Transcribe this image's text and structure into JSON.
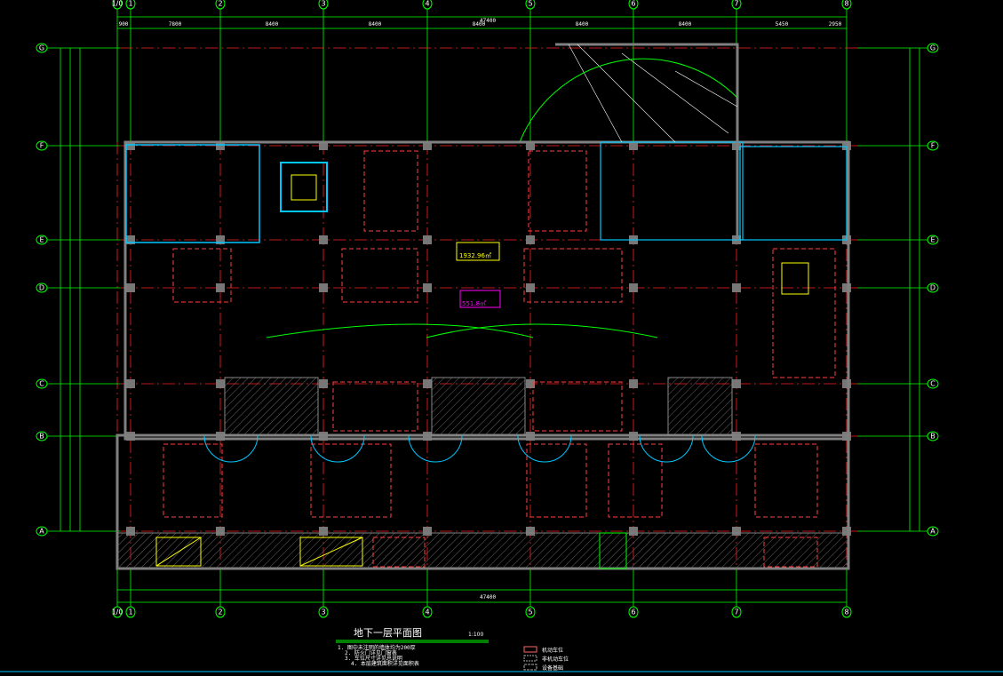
{
  "drawing": {
    "title": "地下一层平面图",
    "scale": "1:100",
    "area_label_1": "1932.96㎡",
    "area_label_2": "551.8㎡",
    "total_dimension_top": "47400",
    "total_dimension_bottom": "47400"
  },
  "axes": {
    "vertical": [
      "1/0",
      "1",
      "2",
      "3",
      "4",
      "5",
      "6",
      "7",
      "8"
    ],
    "horizontal": [
      "G",
      "F",
      "E",
      "D",
      "C",
      "B",
      "A"
    ]
  },
  "dimensions_top": [
    "900",
    "7800",
    "8400",
    "8400",
    "8400",
    "8400",
    "8400",
    "5450",
    "2950"
  ],
  "notes": [
    "1. 图中未注明的墙体均为200厚",
    "2. 防火门详见门窗表",
    "3. 车位尺寸详见总说明",
    "4. 本层建筑面积详见面积表"
  ],
  "legend": [
    {
      "label": "机动车位",
      "color": "#ff6666"
    },
    {
      "label": "非机动车位",
      "color": "#aaaaaa"
    },
    {
      "label": "设备基础",
      "color": "#aaaaaa"
    }
  ],
  "colors": {
    "axis": "#00ff00",
    "wall": "#808080",
    "door": "#00c8ff",
    "parking": "#ff4040",
    "annotation": "#ff00ff",
    "highlight": "#ffff00"
  }
}
